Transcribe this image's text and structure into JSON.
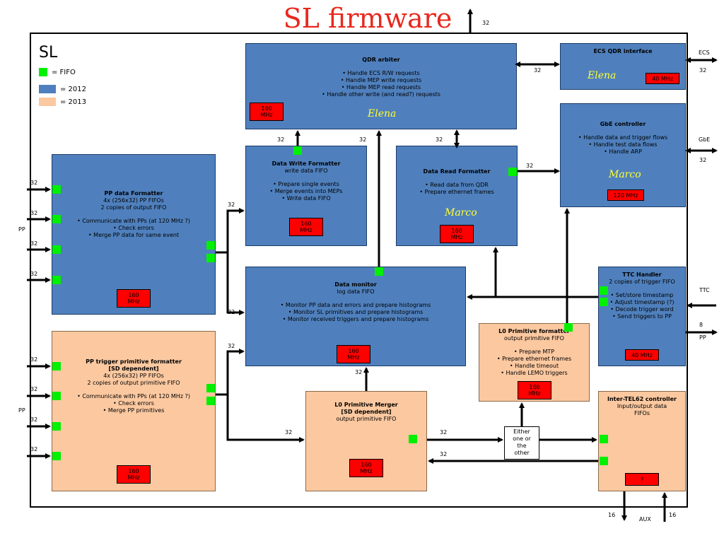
{
  "title": "SL firmware",
  "frame_label": "SL",
  "legend": {
    "fifo": {
      "label": "= FIFO",
      "color": "#00f000"
    },
    "y2012": {
      "label": "= 2012",
      "color": "#4f80bd"
    },
    "y2013": {
      "label": "= 2013",
      "color": "#fbc8a0"
    }
  },
  "blocks": {
    "qdr_arbiter": {
      "title": "QDR arbiter",
      "lines": [
        "• Handle ECS R/W requests",
        "• Handle MEP write requests",
        "• Handle MEP read requests",
        "• Handle other write (and read?) requests"
      ],
      "clock": [
        "160",
        "MHz"
      ],
      "owner": "Elena"
    },
    "ecs_qdr": {
      "title": "ECS QDR interface",
      "owner": "Elena",
      "clock": "40 MHz"
    },
    "gbe": {
      "title": "GbE controller",
      "lines": [
        "• Handle data and trigger flows",
        "• Handle test data flows",
        "• Handle ARP"
      ],
      "owner": "Marco",
      "clock": "120 MHz"
    },
    "write_fmt": {
      "title": "Data Write Formatter",
      "subtitle": "write data FIFO",
      "lines": [
        "• Prepare single events",
        "• Merge events into MEPs",
        "• Write data FIFO"
      ],
      "clock": [
        "160",
        "MHz"
      ]
    },
    "read_fmt": {
      "title": "Data Read Formatter",
      "lines": [
        "• Read data from QDR",
        "• Prepare ethernet frames"
      ],
      "owner": "Marco",
      "clock": [
        "160",
        "MHz"
      ]
    },
    "pp_data": {
      "title": "PP data Formatter",
      "sub": [
        "4x (256x32) PP FIFOs",
        "2 copies of output FIFO"
      ],
      "lines": [
        "• Communicate with PPs (at 120 MHz ?)",
        "• Check errors",
        "• Merge PP data for same event"
      ],
      "clock": [
        "160",
        "MHz"
      ]
    },
    "monitor": {
      "title": "Data monitor",
      "subtitle": "log data FIFO",
      "lines": [
        "• Monitor PP data and errors and prepare histograms",
        "• Monitor SL primitives and prepare histograms",
        "• Monitor received triggers and prepare histograms"
      ],
      "clock": [
        "160",
        "MHz"
      ]
    },
    "ttc": {
      "title": "TTC Handler",
      "subtitle": "2 copies of trigger FIFO",
      "lines": [
        "• Set/store timestamp",
        "• Adjust timestamp (?)",
        "• Decode trigger word",
        "• Send triggers to PP"
      ],
      "clock": "40 MHz"
    },
    "pp_trig": {
      "title": "PP trigger primitive formatter",
      "title2": "[SD dependent]",
      "sub": [
        "4x (256x32) PP FIFOs",
        "2 copies of output primitive FIFO"
      ],
      "lines": [
        "• Communicate with PPs (at 120 MHz ?)",
        "• Check errors",
        "• Merge PP primitives"
      ],
      "clock": [
        "160",
        "MHz"
      ]
    },
    "l0_fmt": {
      "title": "L0 Primitive formatter",
      "subtitle": "output primitive FIFO",
      "lines": [
        "• Prepare MTP",
        "• Prepare ethernet frames",
        "• Handle timeout",
        "• Handle LEMO triggers"
      ],
      "clock": [
        "160",
        "MHz"
      ]
    },
    "l0_merger": {
      "title": "L0 Primitive Merger",
      "title2": "[SD dependent]",
      "subtitle": "output primitive FIFO",
      "clock": [
        "160",
        "MHz"
      ]
    },
    "tel62": {
      "title": "Inter-TEL62 controller",
      "sub": [
        "Input/output data",
        "FIFOs"
      ],
      "clock": "?"
    }
  },
  "either": [
    "Either",
    "one or",
    "the",
    "other"
  ],
  "labels": {
    "b32": "32",
    "ecs": "ECS",
    "gbe": "GbE",
    "ttc": "TTC",
    "b8": "8",
    "pp": "PP",
    "b16": "16",
    "aux": "AUX"
  }
}
